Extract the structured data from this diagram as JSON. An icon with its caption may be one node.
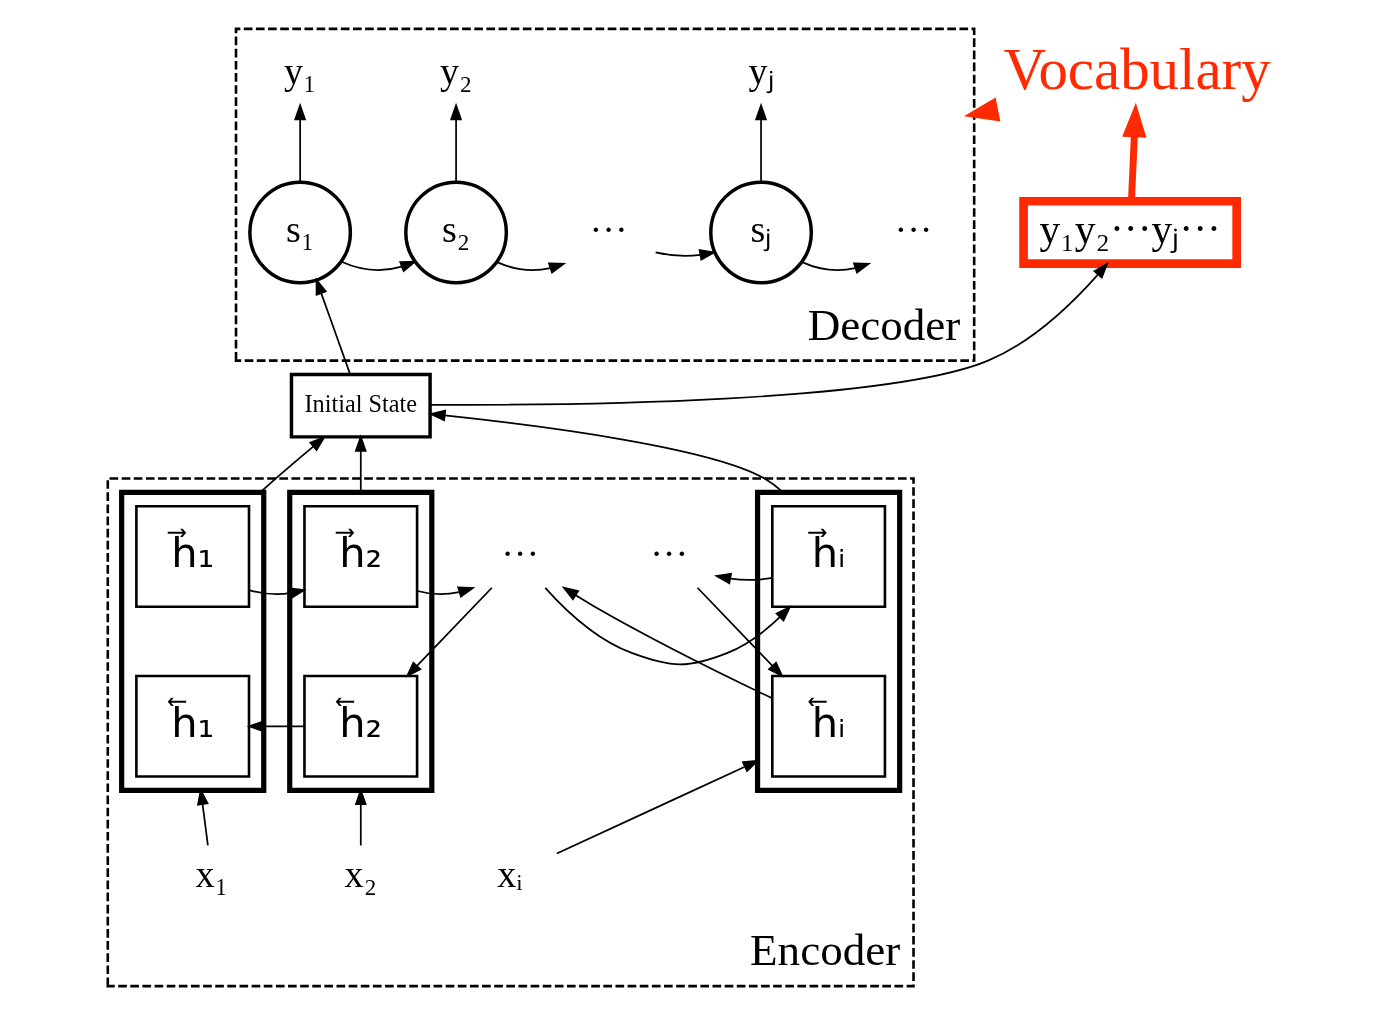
{
  "diagram": {
    "nodes": [
      {
        "text": [
          "Vocabulary"
        ]
      },
      {
        "text": [
          "y₁y₂···yⱼ···"
        ]
      },
      {
        "text": [
          "Decoder"
        ]
      },
      {
        "text": [
          "y₁"
        ],
        "in": 2
      },
      {
        "text": [
          "y₂"
        ],
        "in": 2
      },
      {
        "text": [
          "yⱼ"
        ],
        "in": 2
      },
      {
        "text": [
          "s₁"
        ],
        "in": 2
      },
      {
        "text": [
          "s₂"
        ],
        "in": 2
      },
      {
        "text": [
          "···"
        ],
        "in": 2
      },
      {
        "text": [
          "sⱼ"
        ],
        "in": 2
      },
      {
        "text": [
          "···"
        ],
        "in": 2
      },
      {
        "text": [
          "Initial State"
        ]
      },
      {
        "text": [
          "Encoder"
        ]
      },
      {
        "text": [],
        "shape": "box",
        "in": 12
      },
      {
        "text": [
          "h⃗₁"
        ],
        "in": 13
      },
      {
        "text": [
          "h⃖₁"
        ],
        "in": 13
      },
      {
        "text": [],
        "shape": "box",
        "in": 12
      },
      {
        "text": [
          "h⃗₂"
        ],
        "in": 16
      },
      {
        "text": [
          "h⃖₂"
        ],
        "in": 16
      },
      {
        "text": [
          "···"
        ],
        "in": 12
      },
      {
        "text": [],
        "shape": "box",
        "in": 12
      },
      {
        "text": [
          "h⃗ᵢ"
        ],
        "in": 20
      },
      {
        "text": [
          "h⃖ᵢ"
        ],
        "in": 20
      },
      {
        "text": [
          "···"
        ],
        "in": 12
      },
      {
        "text": [
          "x₁"
        ],
        "in": 12
      },
      {
        "text": [
          "x₂"
        ],
        "in": 12
      },
      {
        "text": [
          "xᵢ"
        ],
        "in": 12
      }
    ],
    "edges": [
      {
        "from": 1,
        "to": 0,
        "arrow": "to",
        "style": "thick",
        "color": "#ff2a00"
      },
      {
        "from": 0,
        "to": 2,
        "arrow": "to",
        "style": "thick",
        "color": "#ff2a00"
      },
      {
        "from": 6,
        "to": 3,
        "arrow": "to"
      },
      {
        "from": 7,
        "to": 4,
        "arrow": "to"
      },
      {
        "from": 9,
        "to": 5,
        "arrow": "to"
      },
      {
        "from": 6,
        "to": 7,
        "arrow": "to"
      },
      {
        "from": 7,
        "to": 8,
        "arrow": "to"
      },
      {
        "from": 8,
        "to": 9,
        "arrow": "to"
      },
      {
        "from": 9,
        "to": 10,
        "arrow": "to"
      },
      {
        "from": 11,
        "to": 1,
        "arrow": "to"
      },
      {
        "from": 11,
        "to": 6,
        "arrow": "to"
      },
      {
        "from": 13,
        "to": 11,
        "arrow": "to"
      },
      {
        "from": 16,
        "to": 11,
        "arrow": "to"
      },
      {
        "from": 20,
        "to": 11,
        "arrow": "to"
      },
      {
        "from": 14,
        "to": 17,
        "arrow": "to"
      },
      {
        "from": 17,
        "to": 19,
        "arrow": "to"
      },
      {
        "from": 19,
        "to": 21,
        "arrow": "to"
      },
      {
        "from": 21,
        "to": 23,
        "arrow": "to"
      },
      {
        "from": 18,
        "to": 15,
        "arrow": "to"
      },
      {
        "from": 19,
        "to": 18,
        "arrow": "to"
      },
      {
        "from": 22,
        "to": 19,
        "arrow": "to"
      },
      {
        "from": 23,
        "to": 22,
        "arrow": "to"
      },
      {
        "from": 24,
        "to": 13,
        "arrow": "to"
      },
      {
        "from": 25,
        "to": 16,
        "arrow": "to"
      },
      {
        "from": 26,
        "to": 20,
        "arrow": "to"
      }
    ]
  }
}
